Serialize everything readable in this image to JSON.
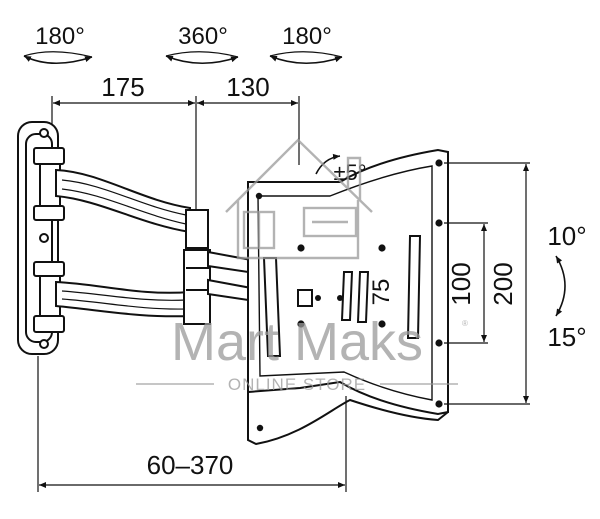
{
  "rotation": {
    "arm_swivel_wall": "180°",
    "panel_rotation": "360°",
    "arm_swivel_screen": "180°",
    "level_adjust": "±5°"
  },
  "dimensions": {
    "arm_segment_1": "175",
    "arm_segment_2": "130",
    "extension_range": "60–370",
    "vesa_horizontal_small": "75",
    "vesa_vertical_mid": "100",
    "vesa_vertical_large": "200"
  },
  "tilt": {
    "up": "10°",
    "down": "15°"
  },
  "watermark": {
    "brand": "Mart Maks",
    "tagline": "ONLINE STORE",
    "registered": "®"
  },
  "colors": {
    "line": "#111111",
    "watermark": "#9a9a9a"
  }
}
